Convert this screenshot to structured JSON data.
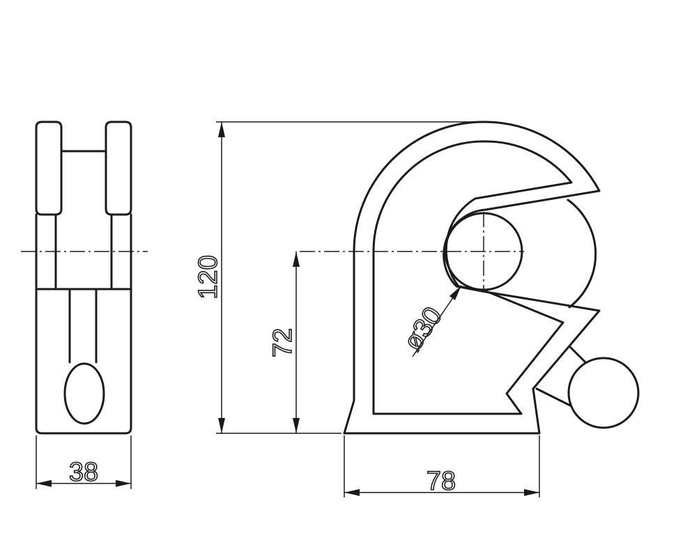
{
  "dimensions": {
    "width_side": "38",
    "height_total": "120",
    "height_to_center": "72",
    "hole_diameter": "ø30",
    "base_width": "78"
  }
}
